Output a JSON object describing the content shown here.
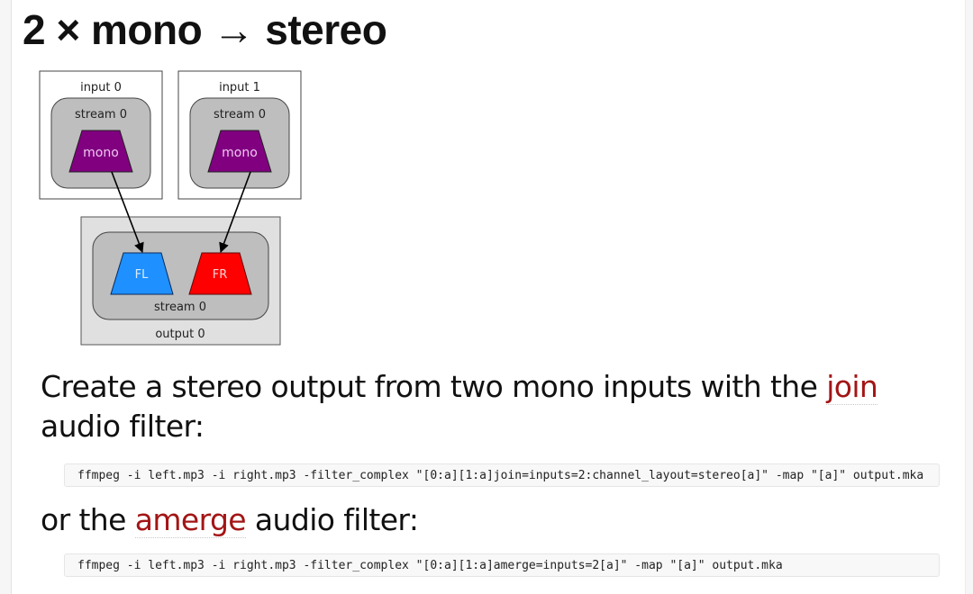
{
  "heading": "2 × mono → stereo",
  "diagram": {
    "inputs": [
      {
        "label": "input 0",
        "stream": "stream 0",
        "channel": "mono"
      },
      {
        "label": "input 1",
        "stream": "stream 0",
        "channel": "mono"
      }
    ],
    "output": {
      "label": "output 0",
      "stream": "stream 0",
      "channels": [
        {
          "label": "FL",
          "color": "#1e90ff"
        },
        {
          "label": "FR",
          "color": "#ff0000"
        }
      ]
    },
    "colors": {
      "mono": "#800080",
      "stream_bg": "#bebebe",
      "output_bg": "#e0e0e0"
    }
  },
  "paragraph1": {
    "before": "Create a stereo output from two mono inputs with the ",
    "link": "join",
    "after": " audio filter:"
  },
  "code1": "ffmpeg -i left.mp3 -i right.mp3 -filter_complex \"[0:a][1:a]join=inputs=2:channel_layout=stereo[a]\" -map \"[a]\" output.mka",
  "paragraph2": {
    "before": "or the ",
    "link": "amerge",
    "after": " audio filter:"
  },
  "code2": "ffmpeg -i left.mp3 -i right.mp3 -filter_complex \"[0:a][1:a]amerge=inputs=2[a]\" -map \"[a]\" output.mka"
}
